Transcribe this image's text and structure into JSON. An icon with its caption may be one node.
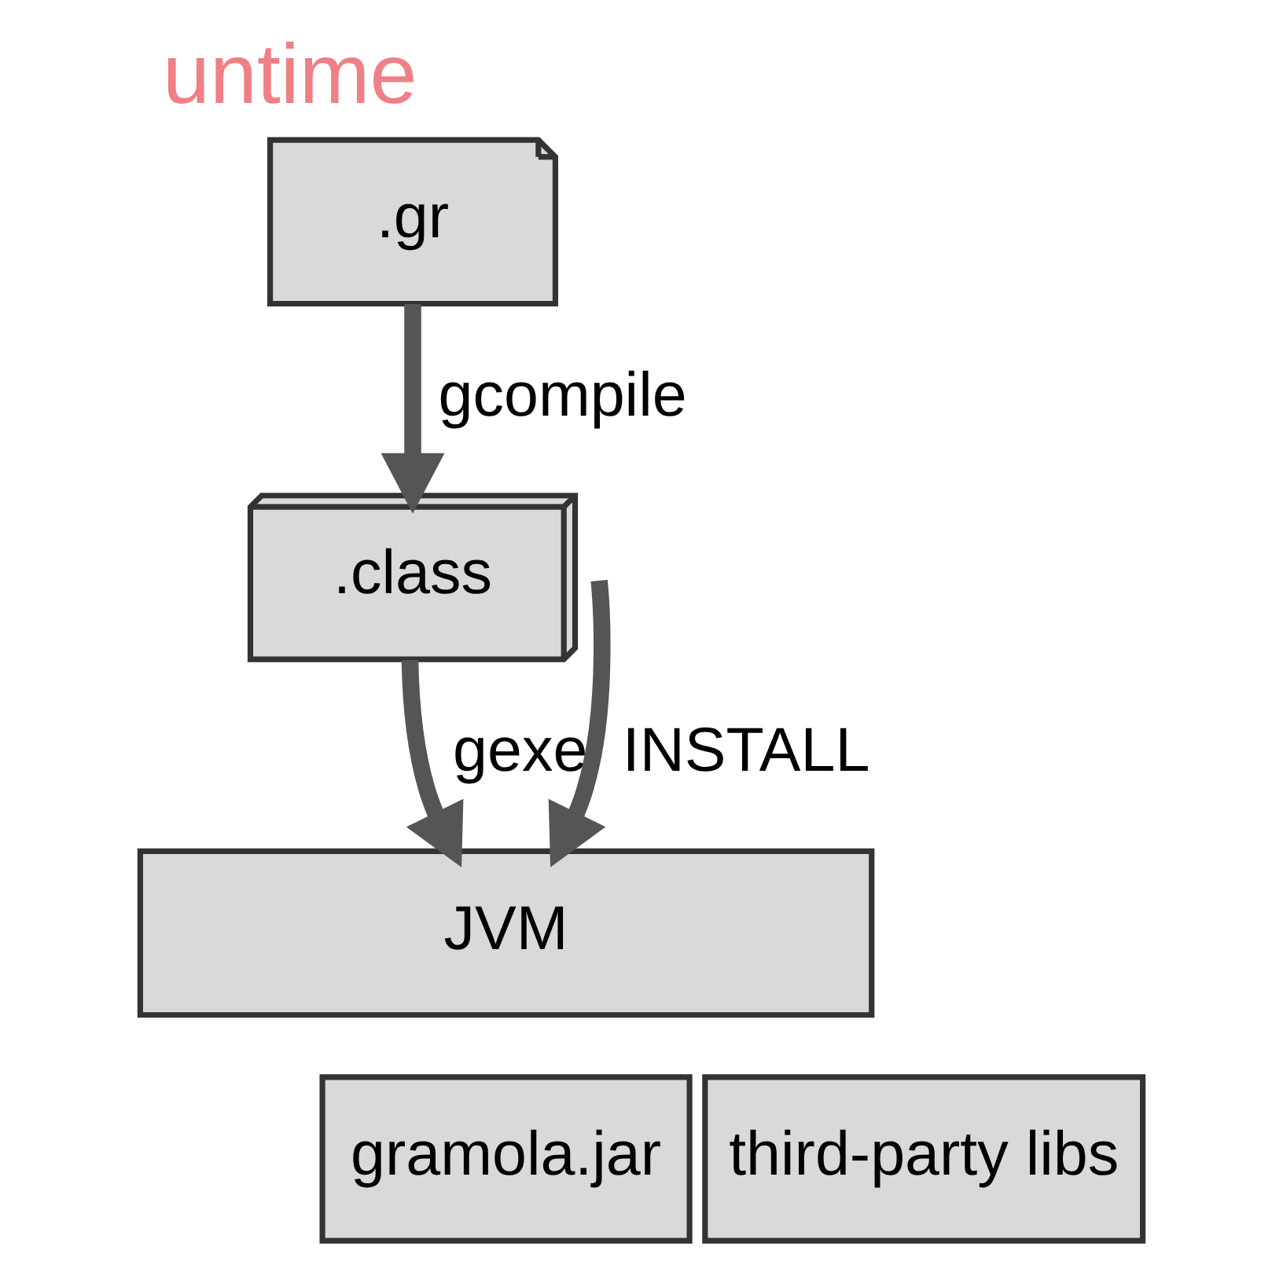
{
  "diagram": {
    "title": "untime",
    "nodes": [
      {
        "text": [
          ".gr"
        ]
      },
      {
        "text": [
          ".class"
        ]
      },
      {
        "text": [
          "JVM"
        ]
      },
      {
        "text": [
          "gramola.jar"
        ]
      },
      {
        "text": [
          "third-party libs"
        ]
      }
    ],
    "edges": [
      {
        "from": 0,
        "to": 1,
        "arrow": "to",
        "label": "gcompile"
      },
      {
        "from": 1,
        "to": 2,
        "arrow": "to",
        "label": "gexe"
      },
      {
        "from": null,
        "to": 2,
        "arrow": "to",
        "label": "INSTALL"
      }
    ]
  }
}
